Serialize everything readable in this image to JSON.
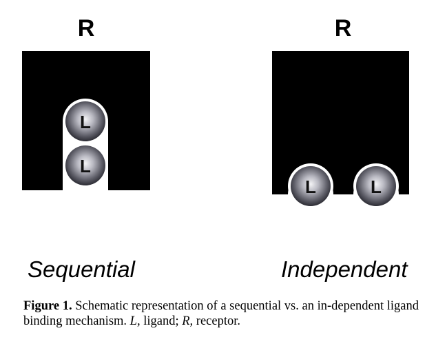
{
  "panels": {
    "sequential": {
      "receptor_letter": "R",
      "ligand_letter": "L",
      "mechanism_label": "Sequential"
    },
    "independent": {
      "receptor_letter": "R",
      "ligand_letter": "L",
      "mechanism_label": "Independent"
    }
  },
  "caption": {
    "figure_label": "Figure 1.",
    "text_1": " Schematic representation of a sequential vs. an in-dependent ligand binding mechanism. ",
    "abbr_L": "L,",
    "text_2": " ligand; ",
    "abbr_R": "R,",
    "text_3": " receptor."
  },
  "colors": {
    "receptor": "#000000",
    "ligand_center": "#f2f2f4",
    "ligand_edge": "#2e2e36",
    "background": "#ffffff"
  }
}
